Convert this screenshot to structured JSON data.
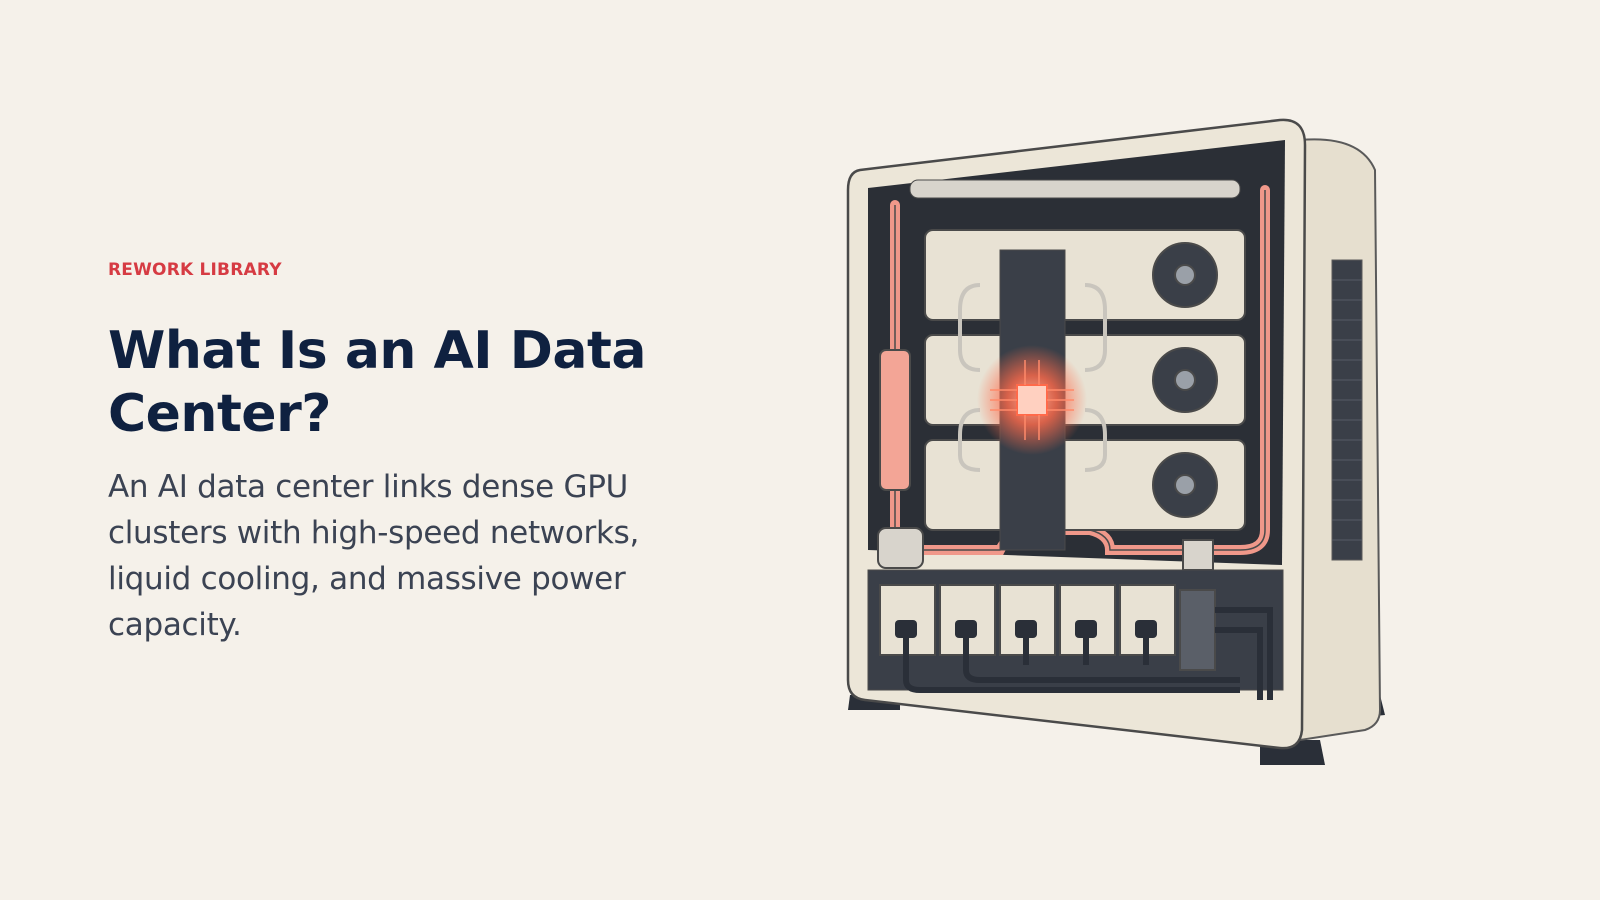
{
  "hero": {
    "eyebrow": "REWORK LIBRARY",
    "title": "What Is an AI Data Center?",
    "description": "An AI data center links dense GPU clusters with high-speed networks, liquid cooling, and massive power capacity."
  },
  "illustration": {
    "icon": "gpu-server-rack-icon",
    "colors": {
      "case": "#ece6d8",
      "interior": "#2b2f36",
      "coolant": "#f0988a",
      "chip_glow": "#ff6a4a",
      "gpu_shell": "#e8e2d4"
    }
  }
}
